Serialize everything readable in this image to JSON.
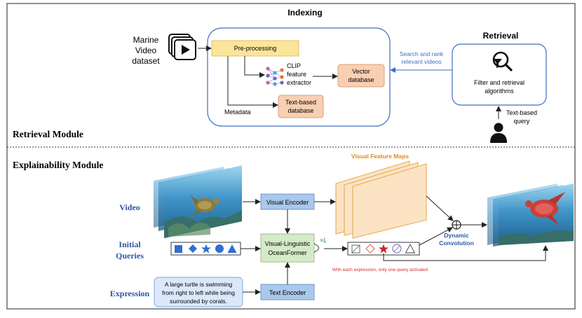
{
  "indexing": {
    "title": "Indexing",
    "dataset_label": [
      "Marine",
      "Video",
      "dataset"
    ],
    "preprocessing": "Pre-processing",
    "clip": [
      "CLIP",
      "feature",
      "extractor"
    ],
    "vector_db": [
      "Vector",
      "database"
    ],
    "text_db": [
      "Text-based",
      "database"
    ],
    "metadata": "Metadata"
  },
  "retrieval": {
    "title": "Retrieval",
    "search_label": [
      "Search and rank",
      "relevant videos"
    ],
    "filter_label": [
      "Filter and retrieval",
      "algorithms"
    ],
    "query_label": [
      "Text-based",
      "query"
    ]
  },
  "retrieval_module_title": "Retrieval Module",
  "explainability": {
    "title": "Explainability Module",
    "row_labels": {
      "video": "Video",
      "initial_queries": [
        "Initial",
        "Queries"
      ],
      "expression": "Expression"
    },
    "visual_encoder": "Visual Encoder",
    "feature_maps_label": "Visual Feature Maps",
    "oceanformer": [
      "Visual-Linguistic",
      "OceanFormer"
    ],
    "times_l": "×L",
    "dynamic_conv": [
      "Dynamic",
      "Convolution"
    ],
    "expression_text": [
      "A large turtle is swimming",
      "from right to left while being",
      "surrounded by corals."
    ],
    "text_encoder": "Text Encoder",
    "note": "With each expression, only one query activated"
  },
  "colors": {
    "yellow_box": "#fbe59a",
    "orange_box": "#f9cfb3",
    "blue_box": "#a9c8ec",
    "green_box": "#d5ebc8",
    "feature_map": "#fce3c4",
    "feature_map_stroke": "#e3a03a",
    "accent_blue": "#3d6fc3",
    "label_blue": "#2f55a4",
    "note_red": "#d32c2c",
    "star_red": "#d72020"
  }
}
